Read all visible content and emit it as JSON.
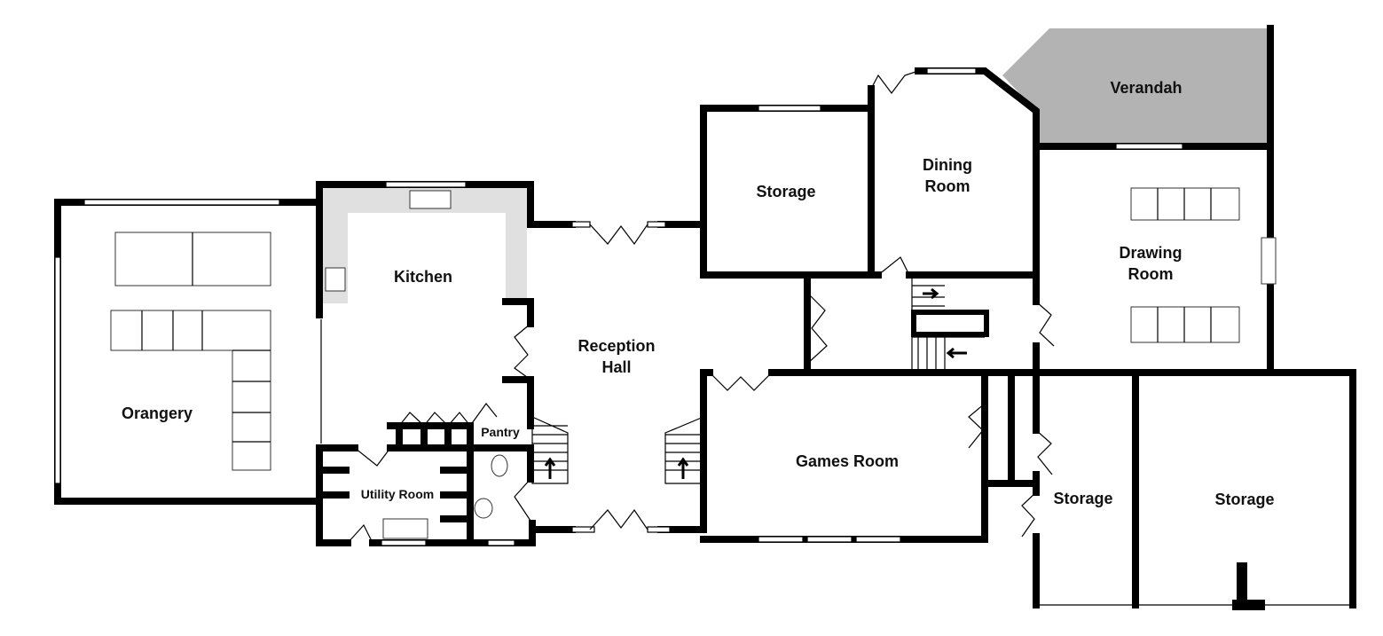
{
  "plan": {
    "rooms": {
      "orangery": "Orangery",
      "kitchen": "Kitchen",
      "utility": "Utility Room",
      "pantry": "Pantry",
      "reception_1": "Reception",
      "reception_2": "Hall",
      "storage_top": "Storage",
      "dining_1": "Dining",
      "dining_2": "Room",
      "verandah": "Verandah",
      "drawing_1": "Drawing",
      "drawing_2": "Room",
      "games": "Games Room",
      "storage_mid": "Storage",
      "storage_right": "Storage"
    },
    "colors": {
      "wall": "#000000",
      "verandah": "#b3b3b3",
      "worktop": "#e0e0e0"
    }
  }
}
